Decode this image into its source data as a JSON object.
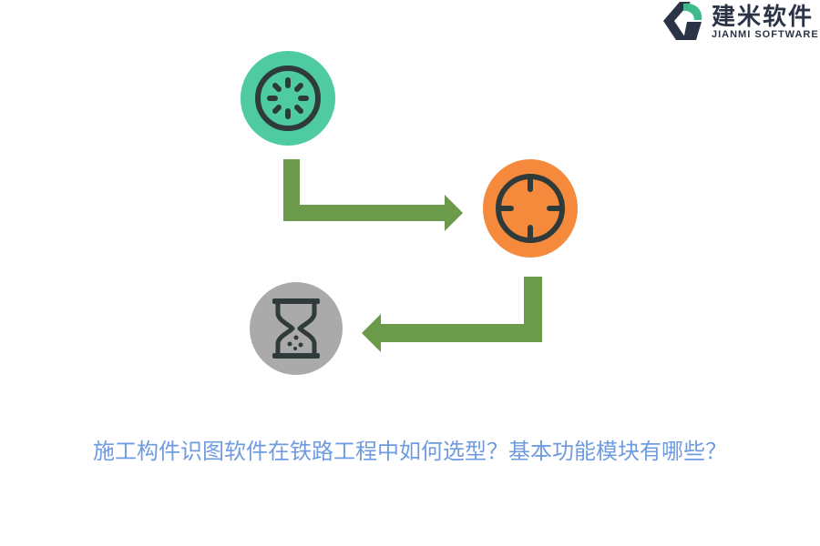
{
  "logo": {
    "name_cn": "建米软件",
    "name_en": "JIANMI SOFTWARE",
    "colors": {
      "dark": "#2b3447",
      "green": "#3dbb8a"
    }
  },
  "steps": [
    {
      "icon": "loading-icon",
      "color": "#4ecba0"
    },
    {
      "icon": "crosshair-icon",
      "color": "#f58a3c"
    },
    {
      "icon": "hourglass-icon",
      "color": "#aaaaaa"
    }
  ],
  "arrow_color": "#6a9a4a",
  "caption": "施工构件识图软件在铁路工程中如何选型？基本功能模块有哪些？"
}
